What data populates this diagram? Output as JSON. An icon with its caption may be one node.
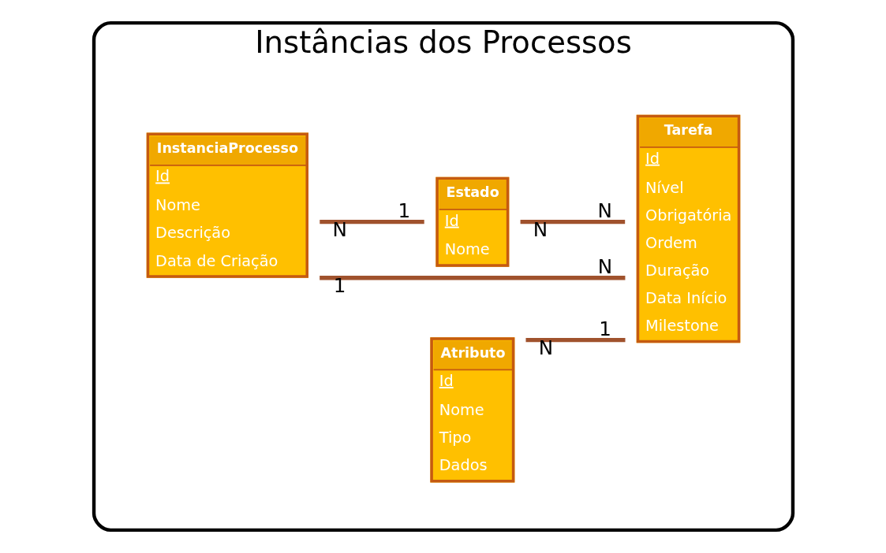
{
  "diagram": {
    "nodes": [
      {
        "text": [
          "Instâncias dos Processos"
        ]
      },
      {
        "text": [
          "Estado",
          "Id",
          "Nome"
        ],
        "in": 0
      },
      {
        "text": [
          "InstanciaProcesso",
          "Id",
          "Nome",
          "Descrição",
          "Data de Criação"
        ],
        "in": 0
      },
      {
        "text": [
          "Tarefa",
          "Id",
          "Nível",
          "Obrigatória",
          "Ordem",
          "Duração",
          "Data Início",
          "Milestone"
        ],
        "in": 0
      },
      {
        "text": [
          "Atributo",
          "Id",
          "Nome",
          "Tipo",
          "Dados"
        ],
        "in": 0
      }
    ],
    "edges": [
      {
        "from": 2,
        "to": 1,
        "arrow": "none"
      },
      {
        "from": 1,
        "to": 3,
        "arrow": "none"
      },
      {
        "from": 2,
        "to": 3,
        "arrow": "none"
      },
      {
        "from": 4,
        "to": 3,
        "arrow": "none"
      }
    ],
    "labels": [
      "N",
      "N",
      "1",
      "N",
      "1",
      "N",
      "N",
      "1"
    ]
  }
}
